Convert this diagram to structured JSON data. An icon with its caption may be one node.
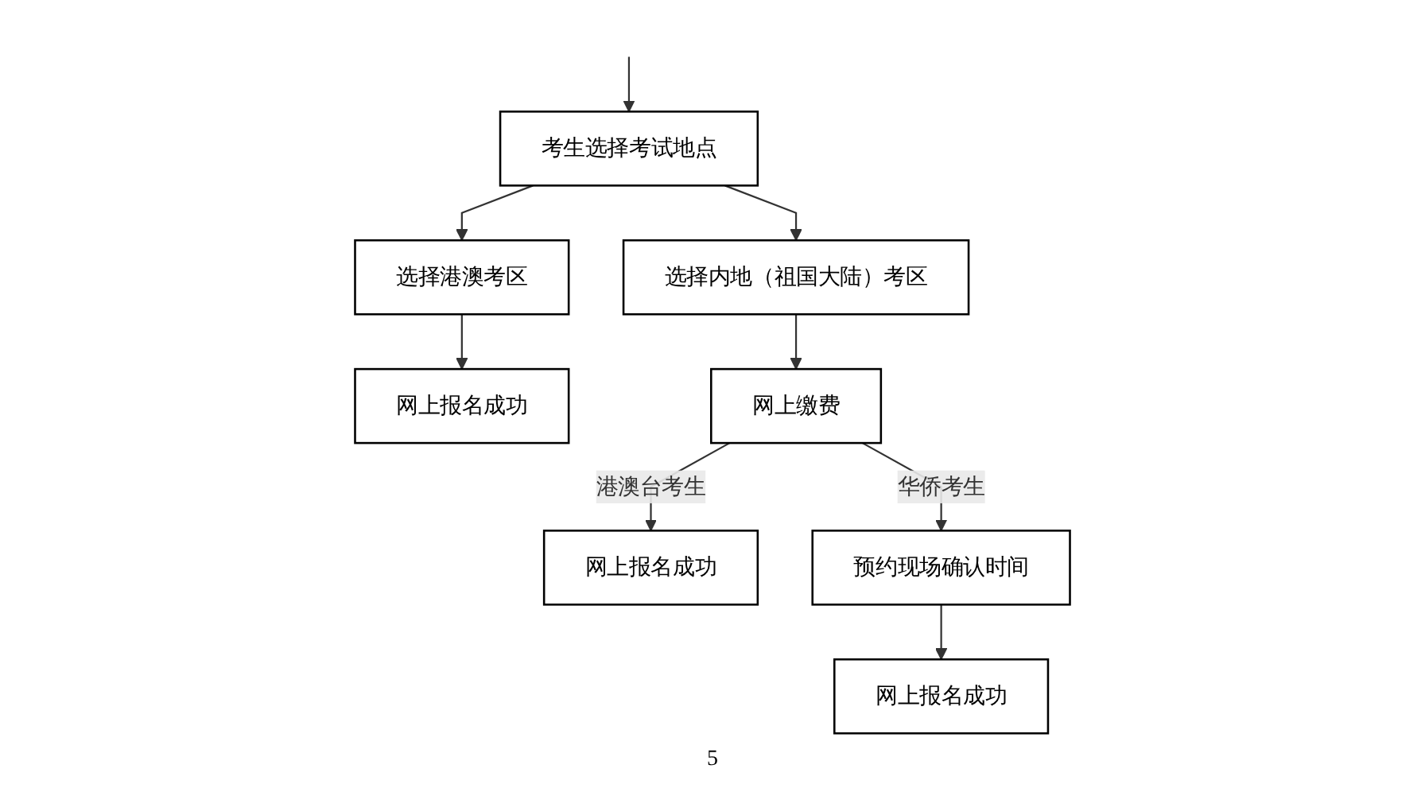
{
  "diagram": {
    "nodes": [
      {
        "text": [
          "考生选择考试地点"
        ]
      },
      {
        "text": [
          "选择港澳考区"
        ]
      },
      {
        "text": [
          "选择内地（祖国大陆）考区"
        ]
      },
      {
        "text": [
          "网上报名成功"
        ]
      },
      {
        "text": [
          "网上缴费"
        ]
      },
      {
        "text": [
          "网上报名成功"
        ]
      },
      {
        "text": [
          "预约现场确认时间"
        ]
      },
      {
        "text": [
          "网上报名成功"
        ]
      }
    ],
    "edges": [
      {
        "from": null,
        "to": 0,
        "arrow": "to"
      },
      {
        "from": 0,
        "to": 1,
        "arrow": "to"
      },
      {
        "from": 0,
        "to": 2,
        "arrow": "to"
      },
      {
        "from": 1,
        "to": 3,
        "arrow": "to"
      },
      {
        "from": 2,
        "to": 4,
        "arrow": "to"
      },
      {
        "from": 4,
        "to": 5,
        "arrow": "to",
        "label": "港澳台考生"
      },
      {
        "from": 4,
        "to": 6,
        "arrow": "to",
        "label": "华侨考生"
      },
      {
        "from": 6,
        "to": 7,
        "arrow": "to"
      }
    ],
    "labels": [
      "5"
    ]
  }
}
